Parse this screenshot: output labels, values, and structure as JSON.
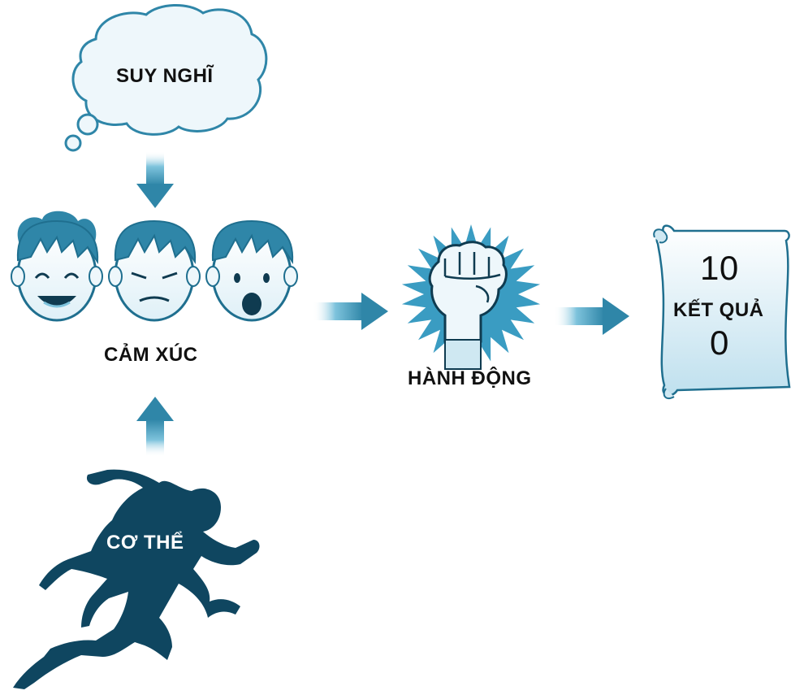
{
  "colors": {
    "accent": "#2f86a8",
    "accent_light": "#7ec3dc",
    "dark_silhouette": "#0f4660",
    "cloud_fill": "#eef7fb",
    "scroll_fill": "#cfe8f2"
  },
  "nodes": {
    "thought": {
      "label": "SUY NGHĨ",
      "icon": "thought-cloud-icon"
    },
    "emotion": {
      "label": "CẢM XÚC",
      "icons": [
        "happy-face-icon",
        "angry-face-icon",
        "surprised-face-icon"
      ]
    },
    "body": {
      "label": "CƠ THỂ",
      "icon": "runner-silhouette-icon"
    },
    "action": {
      "label": "HÀNH ĐỘNG",
      "icon": "raised-fist-icon"
    },
    "result": {
      "label": "KẾT QUẢ",
      "value_top": "10",
      "value_bottom": "0",
      "icon": "scroll-icon"
    }
  },
  "edges": [
    {
      "from": "thought",
      "to": "emotion"
    },
    {
      "from": "body",
      "to": "emotion"
    },
    {
      "from": "emotion",
      "to": "action"
    },
    {
      "from": "action",
      "to": "result"
    }
  ]
}
